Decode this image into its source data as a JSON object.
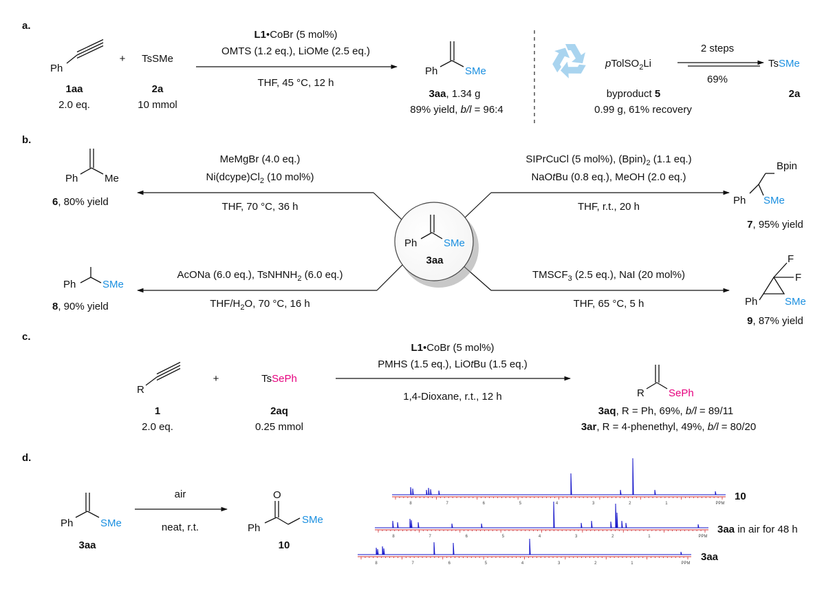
{
  "panels": {
    "a": {
      "label": "a.",
      "reactant1": {
        "name": "Ph",
        "id": "1aa",
        "amount": "2.0 eq."
      },
      "plus": "+",
      "reactant2": {
        "name": "TsSMe",
        "id": "2a",
        "amount": "10 mmol"
      },
      "conditions": {
        "cat_id": "L1",
        "cat_rest": "•CoBr (5 mol%)",
        "line2": "OMTS (1.2 eq.), LiOMe (2.5 eq.)",
        "line3": "THF, 45 °C, 12 h"
      },
      "product": {
        "ph": "Ph",
        "group": "SMe",
        "id": "3aa",
        "mass": ", 1.34 g",
        "yield_pre": "89% yield, ",
        "bl_label": "b/l",
        "bl_value": " = 96:4"
      },
      "recycle": {
        "icon": "recycle-icon",
        "reagent_pre": "p",
        "reagent_main": "TolSO",
        "reagent_sub": "2",
        "reagent_post": "Li",
        "byproduct_pre": "byproduct ",
        "byproduct_id": "5",
        "recovery": "0.99 g, 61% recovery",
        "steps": "2 steps",
        "yield": "69%",
        "product_ts": "Ts",
        "product_sme": "SMe",
        "product_id": "2a"
      }
    },
    "b": {
      "label": "b.",
      "center": {
        "ph": "Ph",
        "group": "SMe",
        "id": "3aa"
      },
      "top_left": {
        "line1": "MeMgBr (4.0 eq.)",
        "line2_pre": "Ni(dcype)Cl",
        "line2_sub": "2",
        "line2_post": " (10 mol%)",
        "line3": "THF, 70 °C, 36 h",
        "ph": "Ph",
        "me": "Me",
        "id": "6",
        "yield": ", 80% yield"
      },
      "top_right": {
        "line1_pre": "SIPrCuCl (5 mol%), (Bpin)",
        "line1_sub": "2",
        "line1_post": " (1.1 eq.)",
        "line2_pre": "NaO",
        "line2_it": "t",
        "line2_post": "Bu (0.8 eq.), MeOH (2.0 eq.)",
        "line3": "THF, r.t., 20 h",
        "bpin": "Bpin",
        "ph": "Ph",
        "group": "SMe",
        "id": "7",
        "yield": ", 95% yield"
      },
      "bottom_left": {
        "line1_pre": "AcONa (6.0 eq.), TsNHNH",
        "line1_sub": "2",
        "line1_post": " (6.0 eq.)",
        "line2_pre": "THF/H",
        "line2_sub": "2",
        "line2_post": "O, 70 °C, 16 h",
        "ph": "Ph",
        "group": "SMe",
        "id": "8",
        "yield": ", 90% yield"
      },
      "bottom_right": {
        "line1_pre": "TMSCF",
        "line1_sub": "3",
        "line1_post": " (2.5 eq.), NaI (20 mol%)",
        "line2": "THF, 65 °C, 5 h",
        "f": "F",
        "ph": "Ph",
        "group": "SMe",
        "id": "9",
        "yield": ", 87% yield"
      }
    },
    "c": {
      "label": "c.",
      "reactant1": {
        "r": "R",
        "id": "1",
        "amount": "2.0 eq."
      },
      "plus": "+",
      "reactant2": {
        "ts": "Ts",
        "seph": "SePh",
        "id": "2aq",
        "amount": "0.25 mmol"
      },
      "conditions": {
        "cat_id": "L1",
        "cat_rest": "•CoBr (5 mol%)",
        "line2_pre": "PMHS (1.5 eq.), LiO",
        "line2_it": "t",
        "line2_post": "Bu (1.5 eq.)",
        "line3": "1,4-Dioxane, r.t., 12 h"
      },
      "product": {
        "r": "R",
        "group": "SePh"
      },
      "result1": {
        "id": "3aq",
        "text": ", R = Ph, 69%, ",
        "bl_label": "b/l",
        "bl_value": " = 89/11"
      },
      "result2": {
        "id": "3ar",
        "text": ", R = 4-phenethyl, 49%, ",
        "bl_label": "b/l",
        "bl_value": " = 80/20"
      }
    },
    "d": {
      "label": "d.",
      "reactant": {
        "ph": "Ph",
        "group": "SMe",
        "id": "3aa"
      },
      "conditions": {
        "top": "air",
        "bottom": "neat, r.t."
      },
      "product": {
        "o": "O",
        "ph": "Ph",
        "group": "SMe",
        "id": "10"
      },
      "spectra": [
        {
          "label_id": "10",
          "label_text": "",
          "ticks": [
            "8",
            "7",
            "6",
            "5",
            "4",
            "3",
            "2",
            "1",
            "PPM"
          ]
        },
        {
          "label_id": "3aa",
          "label_text": " in air for 48 h",
          "ticks": [
            "8",
            "7",
            "6",
            "5",
            "4",
            "3",
            "2",
            "1",
            "PPM"
          ]
        },
        {
          "label_id": "3aa",
          "label_text": "",
          "ticks": [
            "8",
            "7",
            "6",
            "5",
            "4",
            "3",
            "2",
            "1",
            "PPM"
          ]
        }
      ]
    }
  },
  "colors": {
    "accent_blue": "#1a8fe0",
    "accent_pink": "#e6007e",
    "spectrum": "#1010c8",
    "axis": "#d43030",
    "recycle": "#a9d4ef"
  }
}
